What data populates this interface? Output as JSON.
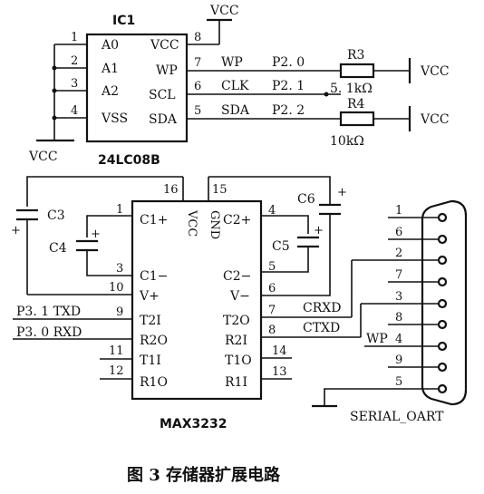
{
  "ic1": {
    "name": "IC1",
    "part": "24LC08B",
    "left_pins": [
      {
        "num": "1",
        "label": "A0"
      },
      {
        "num": "2",
        "label": "A1"
      },
      {
        "num": "3",
        "label": "A2"
      },
      {
        "num": "4",
        "label": "VSS"
      }
    ],
    "right_pins": [
      {
        "num": "8",
        "label": "VCC"
      },
      {
        "num": "7",
        "label": "WP"
      },
      {
        "num": "6",
        "label": "SCL"
      },
      {
        "num": "5",
        "label": "SDA"
      }
    ]
  },
  "nets": {
    "wp": "WP",
    "clk": "CLK",
    "sda": "SDA",
    "p20": "P2. 0",
    "p21": "P2. 1",
    "p22": "P2. 2",
    "vcc": "VCC",
    "crxd": "CRXD",
    "ctxd": "CTXD",
    "p31": "P3. 1 TXD",
    "p30": "P3. 0 RXD"
  },
  "resistors": [
    {
      "ref": "R3",
      "value": "5. 1kΩ"
    },
    {
      "ref": "R4",
      "value": "10kΩ"
    }
  ],
  "capacitors": [
    "C3",
    "C4",
    "C5",
    "C6"
  ],
  "max3232": {
    "part": "MAX3232",
    "top_pins": [
      {
        "num": "16",
        "label": "VCC"
      },
      {
        "num": "15",
        "label": "GND"
      }
    ],
    "left_pins": [
      {
        "num": "1",
        "label": "C1+"
      },
      {
        "num": "3",
        "label": "C1−"
      },
      {
        "num": "10",
        "label": "V+"
      },
      {
        "num": "9",
        "label": "T2I"
      },
      {
        "num": "11",
        "label": "R2O"
      },
      {
        "num": "12",
        "label": "T1I"
      },
      {
        "num": "",
        "label": "R1O"
      }
    ],
    "right_pins": [
      {
        "num": "4",
        "label": "C2+"
      },
      {
        "num": "5",
        "label": "C2−"
      },
      {
        "num": "6",
        "label": "V−"
      },
      {
        "num": "7",
        "label": "T2O"
      },
      {
        "num": "8",
        "label": "R2I"
      },
      {
        "num": "14",
        "label": "T1O"
      },
      {
        "num": "13",
        "label": "R1I"
      }
    ]
  },
  "connector": {
    "pins": [
      "1",
      "6",
      "2",
      "7",
      "3",
      "8",
      "4",
      "9",
      "5"
    ],
    "label": "SERIAL_OART"
  },
  "plus_sign": "+",
  "caption": "图 3  存储器扩展电路"
}
